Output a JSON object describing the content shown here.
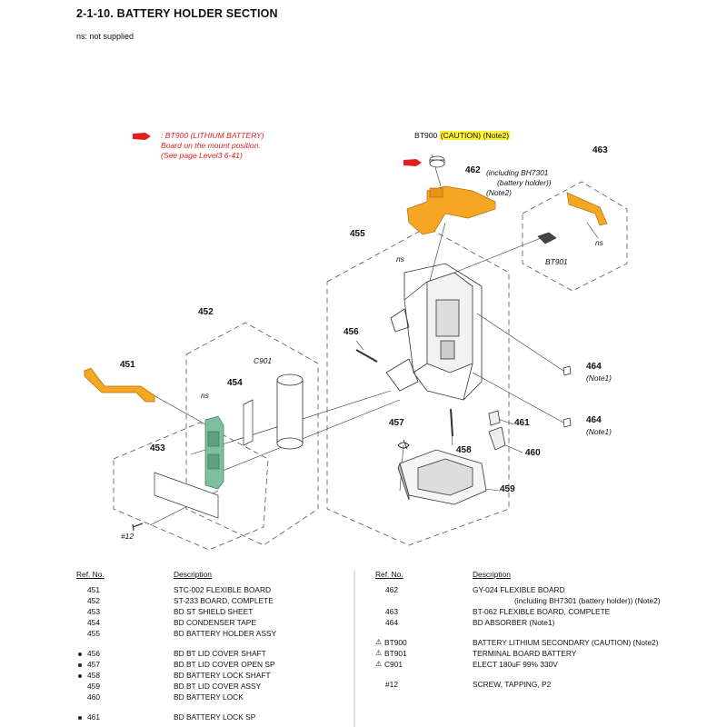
{
  "section_title": "2-1-10.  BATTERY HOLDER SECTION",
  "legend_note": "ns: not supplied",
  "warning_note": {
    "line1": ": BT900 (LITHIUM BATTERY)",
    "line2": "Board on the mount position.",
    "line3": "(See page Level3 6-41)"
  },
  "bt900_caption": {
    "prefix": "BT900 ",
    "highlight": "(CAUTION) (Note2)"
  },
  "part_labels": {
    "p451": "451",
    "p452": "452",
    "p453": "453",
    "p454": "454",
    "p455": "455",
    "p456": "456",
    "p457": "457",
    "p458": "458",
    "p459": "459",
    "p460": "460",
    "p461": "461",
    "p462": "462",
    "p463": "463",
    "p464a": "464",
    "p464b": "464",
    "c901": "C901",
    "bt901": "BT901",
    "screw": "#12",
    "ns_a": "ns",
    "ns_b": "ns",
    "ns_c": "ns",
    "note1_a": "(Note1)",
    "note1_b": "(Note1)",
    "p462_detail_1": "(including BH7301",
    "p462_detail_2": "(battery holder))",
    "p462_detail_3": "(Note2)"
  },
  "colors": {
    "orange_part": "#f5a623",
    "green_board": "#7fbfa0",
    "warning_red": "#e02020",
    "highlight": "#fff233"
  },
  "table": {
    "headers": {
      "ref": "Ref. No.",
      "desc": "Description"
    },
    "left_rows": [
      {
        "ref": "451",
        "desc": "STC-002 FLEXIBLE BOARD",
        "dot": false
      },
      {
        "ref": "452",
        "desc": "ST-233 BOARD, COMPLETE",
        "dot": false
      },
      {
        "ref": "453",
        "desc": "BD ST SHIELD SHEET",
        "dot": false
      },
      {
        "ref": "454",
        "desc": "BD CONDENSER TAPE",
        "dot": false
      },
      {
        "ref": "455",
        "desc": "BD BATTERY HOLDER ASSY",
        "dot": false
      },
      {
        "ref": "456",
        "desc": "BD BT LID COVER SHAFT",
        "dot": true
      },
      {
        "ref": "457",
        "desc": "BD BT LID COVER OPEN SP",
        "dot": true
      },
      {
        "ref": "458",
        "desc": "BD BATTERY LOCK SHAFT",
        "dot": true
      },
      {
        "ref": "459",
        "desc": "BD BT LID COVER ASSY",
        "dot": false
      },
      {
        "ref": "460",
        "desc": "BD BATTERY LOCK",
        "dot": false
      },
      {
        "ref": "461",
        "desc": "BD BATTERY LOCK SP",
        "dot": true
      }
    ],
    "right_rows": [
      {
        "ref": "462",
        "desc": "GY-024 FLEXIBLE BOARD",
        "warn": false
      },
      {
        "ref": "",
        "desc": "(including BH7301 (battery holder)) (Note2)",
        "warn": false
      },
      {
        "ref": "463",
        "desc": "BT-062 FLEXIBLE BOARD, COMPLETE",
        "warn": false
      },
      {
        "ref": "464",
        "desc": "BD ABSORBER (Note1)",
        "warn": false
      },
      {
        "ref": "BT900",
        "desc": "BATTERY LITHIUM SECONDARY (CAUTION) (Note2)",
        "warn": true
      },
      {
        "ref": "BT901",
        "desc": "TERMINAL BOARD BATTERY",
        "warn": true
      },
      {
        "ref": "C901",
        "desc": "ELECT      180uF     99%    330V",
        "warn": true
      },
      {
        "ref": "#12",
        "desc": "SCREW, TAPPING, P2",
        "warn": false
      }
    ],
    "warn_symbol": "⚠"
  }
}
